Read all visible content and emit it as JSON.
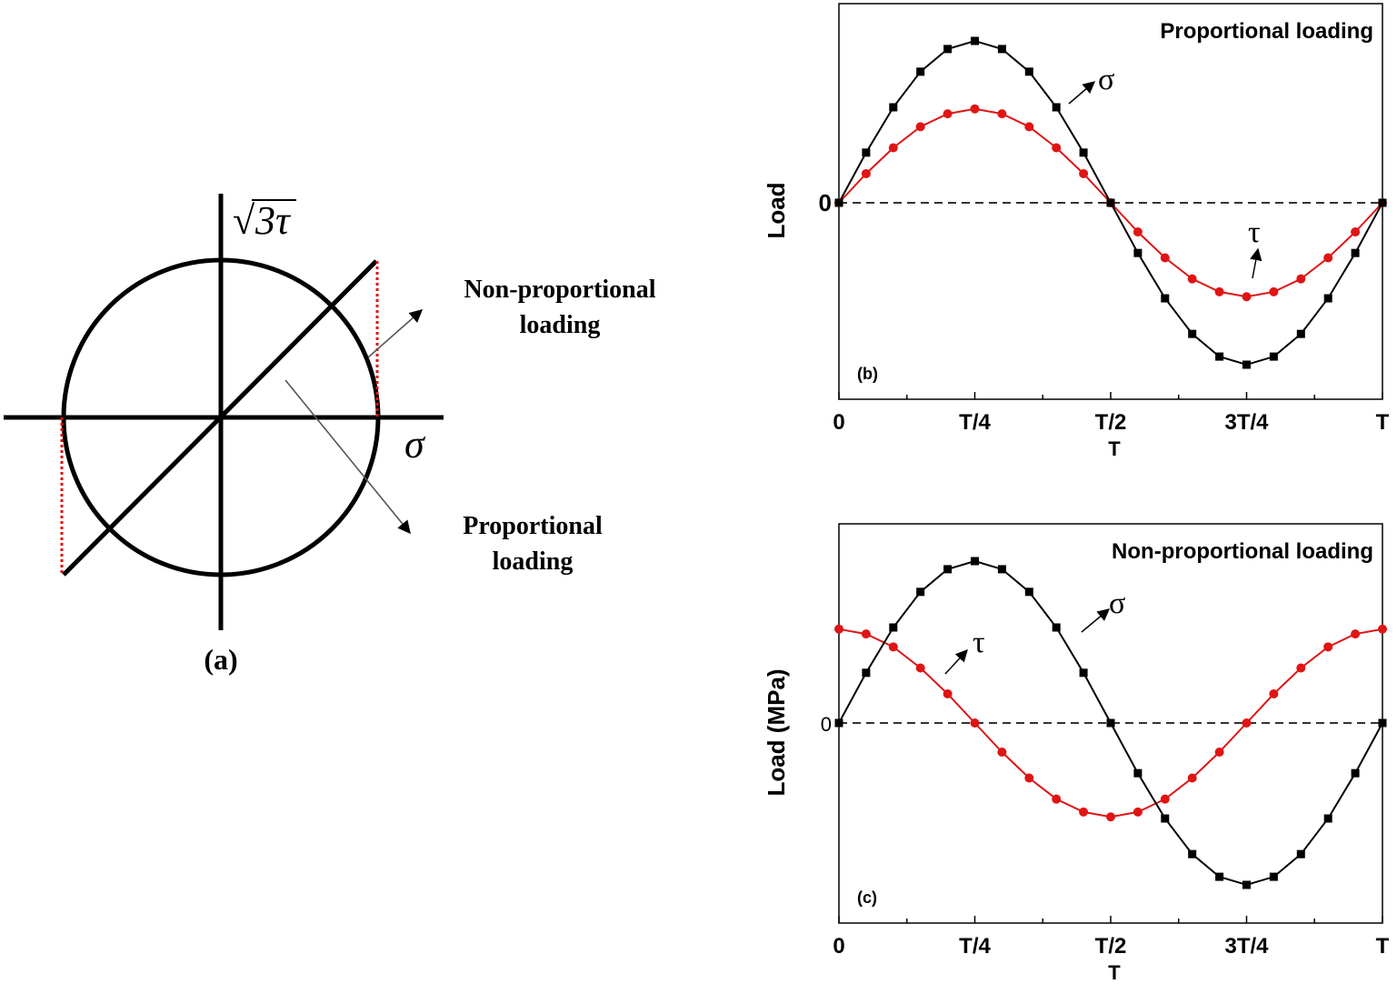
{
  "panel_a": {
    "y_axis_label_radical": "√",
    "y_axis_label_3tau": "3τ",
    "x_axis_label": "σ",
    "annotation_nonprop_line1": "Non-proportional",
    "annotation_nonprop_line2": "loading",
    "annotation_prop_line1": "Proportional",
    "annotation_prop_line2": "loading",
    "caption": "(a)",
    "colors": {
      "line": "#000000",
      "dotted": "#e01010"
    }
  },
  "chart_data": [
    {
      "type": "line",
      "panel_label": "(b)",
      "title": "Proportional loading",
      "xlabel": "T",
      "ylabel": "Load",
      "x_tick_labels": [
        "0",
        "T/4",
        "T/2",
        "3T/4",
        "T"
      ],
      "y_tick_labels": [
        "0"
      ],
      "x_range": [
        0,
        1
      ],
      "y_range": [
        -1.25,
        1.25
      ],
      "zero_line": "dashed",
      "series": [
        {
          "name": "σ",
          "color": "#000000",
          "marker": "square",
          "x": [
            0,
            0.05,
            0.1,
            0.15,
            0.2,
            0.25,
            0.3,
            0.35,
            0.4,
            0.45,
            0.5,
            0.55,
            0.6,
            0.65,
            0.7,
            0.75,
            0.8,
            0.85,
            0.9,
            0.95,
            1
          ],
          "y": [
            0,
            0.31,
            0.59,
            0.81,
            0.95,
            1.0,
            0.95,
            0.81,
            0.59,
            0.31,
            0,
            -0.31,
            -0.59,
            -0.81,
            -0.95,
            -1.0,
            -0.95,
            -0.81,
            -0.59,
            -0.31,
            0
          ]
        },
        {
          "name": "τ",
          "color": "#e01414",
          "marker": "circle",
          "x": [
            0,
            0.05,
            0.1,
            0.15,
            0.2,
            0.25,
            0.3,
            0.35,
            0.4,
            0.45,
            0.5,
            0.55,
            0.6,
            0.65,
            0.7,
            0.75,
            0.8,
            0.85,
            0.9,
            0.95,
            1
          ],
          "y": [
            0,
            0.18,
            0.34,
            0.47,
            0.55,
            0.58,
            0.55,
            0.47,
            0.34,
            0.18,
            0,
            -0.18,
            -0.34,
            -0.47,
            -0.55,
            -0.58,
            -0.55,
            -0.47,
            -0.34,
            -0.18,
            0
          ]
        }
      ],
      "series_labels": [
        {
          "text": "σ",
          "series": "σ"
        },
        {
          "text": "τ",
          "series": "τ"
        }
      ]
    },
    {
      "type": "line",
      "panel_label": "(c)",
      "title": "Non-proportional loading",
      "xlabel": "T",
      "ylabel": "Load (MPa)",
      "x_tick_labels": [
        "0",
        "T/4",
        "T/2",
        "3T/4",
        "T"
      ],
      "y_tick_labels": [
        "0"
      ],
      "x_range": [
        0,
        1
      ],
      "y_range": [
        -1.25,
        1.25
      ],
      "zero_line": "dashed",
      "series": [
        {
          "name": "σ",
          "color": "#000000",
          "marker": "square",
          "x": [
            0,
            0.05,
            0.1,
            0.15,
            0.2,
            0.25,
            0.3,
            0.35,
            0.4,
            0.45,
            0.5,
            0.55,
            0.6,
            0.65,
            0.7,
            0.75,
            0.8,
            0.85,
            0.9,
            0.95,
            1
          ],
          "y": [
            0,
            0.31,
            0.59,
            0.81,
            0.95,
            1.0,
            0.95,
            0.81,
            0.59,
            0.31,
            0,
            -0.31,
            -0.59,
            -0.81,
            -0.95,
            -1.0,
            -0.95,
            -0.81,
            -0.59,
            -0.31,
            0
          ]
        },
        {
          "name": "τ",
          "color": "#e01414",
          "marker": "circle",
          "x": [
            0,
            0.05,
            0.1,
            0.15,
            0.2,
            0.25,
            0.3,
            0.35,
            0.4,
            0.45,
            0.5,
            0.55,
            0.6,
            0.65,
            0.7,
            0.75,
            0.8,
            0.85,
            0.9,
            0.95,
            1
          ],
          "y": [
            0.58,
            0.55,
            0.47,
            0.34,
            0.18,
            0,
            -0.18,
            -0.34,
            -0.47,
            -0.55,
            -0.58,
            -0.55,
            -0.47,
            -0.34,
            -0.18,
            0,
            0.18,
            0.34,
            0.47,
            0.55,
            0.58
          ]
        }
      ],
      "series_labels": [
        {
          "text": "σ",
          "series": "σ"
        },
        {
          "text": "τ",
          "series": "τ"
        }
      ]
    }
  ]
}
